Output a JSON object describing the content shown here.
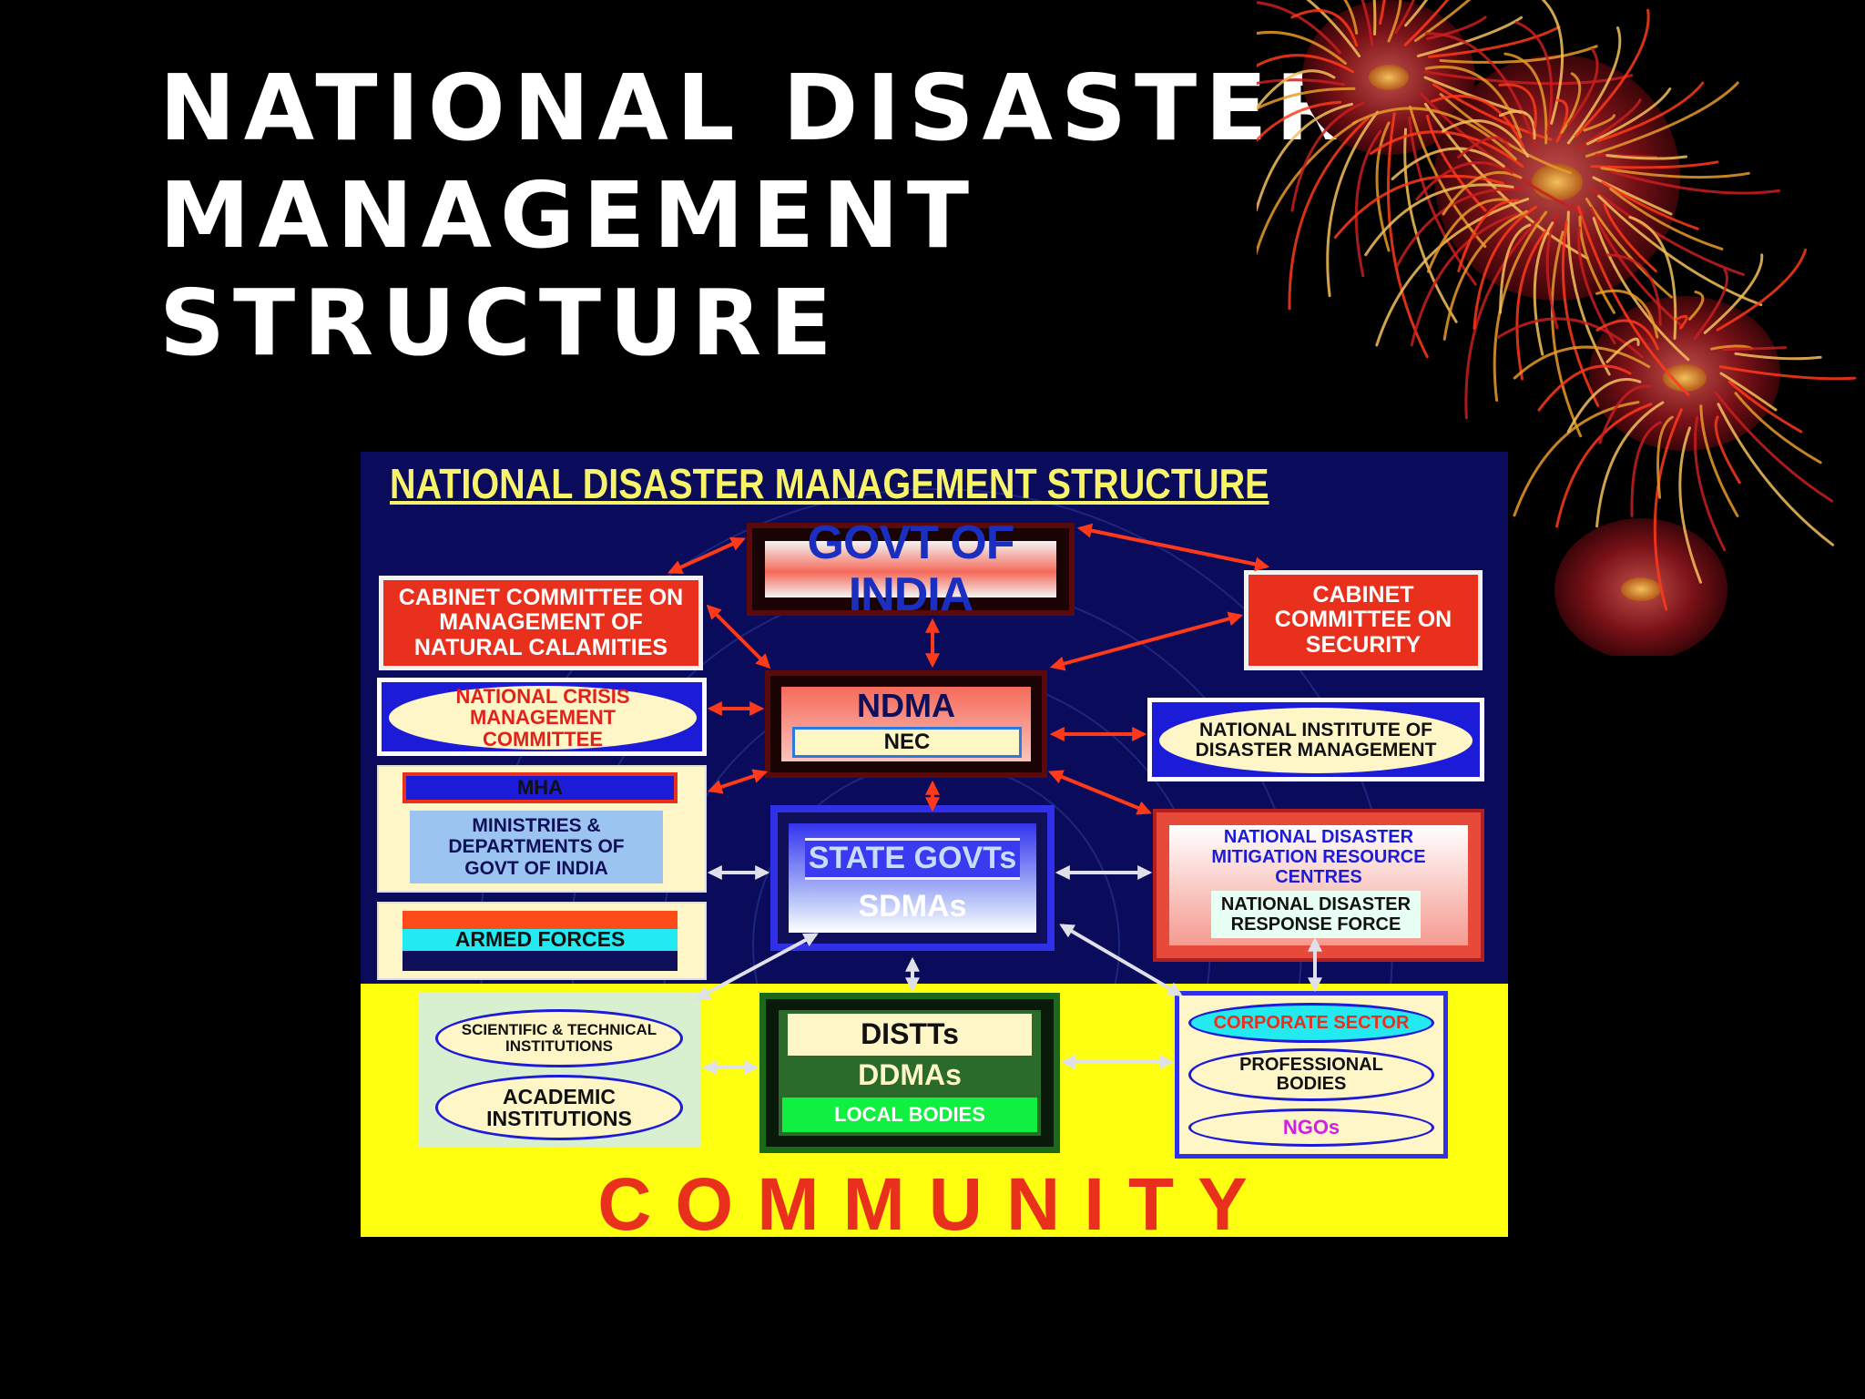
{
  "slide": {
    "title_lines": [
      "NATIONAL DISASTER",
      "MANAGEMENT",
      "STRUCTURE"
    ]
  },
  "diagram": {
    "title": "NATIONAL DISASTER MANAGEMENT STRUCTURE",
    "govt_of_india": "GOVT OF INDIA",
    "ccmnc": "CABINET COMMITTEE ON MANAGEMENT OF NATURAL CALAMITIES",
    "ccs": "CABINET COMMITTEE ON SECURITY",
    "ncmc": "NATIONAL CRISIS MANAGEMENT COMMITTEE",
    "ndma": "NDMA",
    "nec": "NEC",
    "nidm": "NATIONAL INSTITUTE OF DISASTER MANAGEMENT",
    "mha": "MHA",
    "ministries": "MINISTRIES & DEPARTMENTS OF GOVT OF INDIA",
    "armed_forces": "ARMED FORCES",
    "state_govts": "STATE GOVTs",
    "sdmas": "SDMAs",
    "ndmrc": "NATIONAL DISASTER MITIGATION RESOURCE CENTRES",
    "ndrf": "NATIONAL DISASTER RESPONSE FORCE",
    "sci_tech": "SCIENTIFIC & TECHNICAL INSTITUTIONS",
    "academic": "ACADEMIC INSTITUTIONS",
    "distts": "DISTTs",
    "ddmas": "DDMAs",
    "local_bodies": "LOCAL BODIES",
    "corporate": "CORPORATE SECTOR",
    "professional": "PROFESSIONAL BODIES",
    "ngos": "NGOs",
    "community": "COMMUNITY"
  },
  "colors": {
    "background": "#000000",
    "diagram_bg": "#0b0b5c",
    "community_bg": "#ffff10",
    "accent_red": "#e8301c",
    "title_yellow": "#f7f46a"
  },
  "icons": [
    "firework-decoration"
  ]
}
